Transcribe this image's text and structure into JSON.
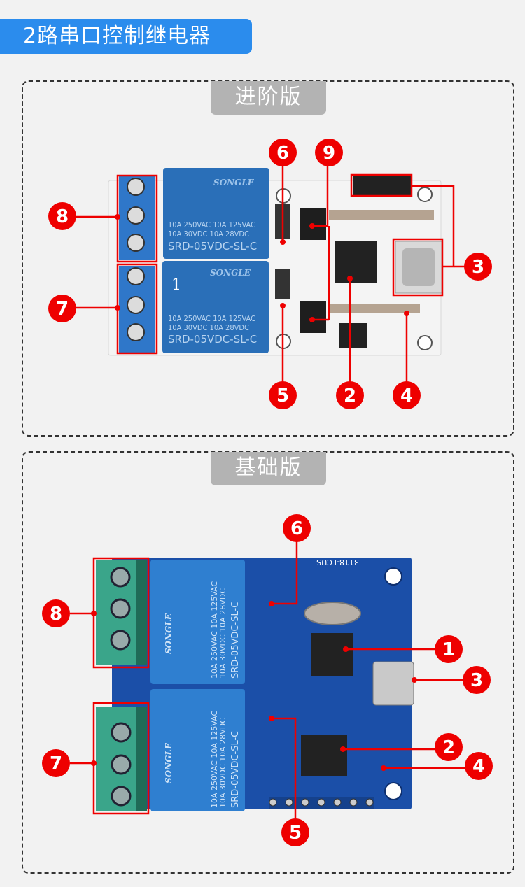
{
  "header": {
    "title": "2路串口控制继电器"
  },
  "colors": {
    "accent": "#2b8ced",
    "callout": "#ee0000",
    "tag_bg": "#b3b3b3",
    "pcb_advanced": "#f4f4f4",
    "pcb_basic": "#1b4fa8",
    "relay": "#2a6fb8",
    "terminal_advanced": "#2f77c9",
    "terminal_basic": "#3aa58a"
  },
  "sections": [
    {
      "tag": "进阶版",
      "relay_text": {
        "brand": "SONGLE",
        "line1": "10A 250VAC  10A 125VAC",
        "line2": "10A 30VDC  10A 28VDC",
        "model": "SRD-05VDC-SL-C"
      },
      "overlay_label": "1",
      "callouts": [
        "8",
        "7",
        "6",
        "9",
        "3",
        "5",
        "2",
        "4"
      ]
    },
    {
      "tag": "基础版",
      "relay_text": {
        "brand": "SONGLE",
        "line1": "10A 250VAC  10A 125VAC",
        "line2": "10A 30VDC  10A 28VDC",
        "model": "SRD-05VDC-SL-C"
      },
      "silkscreen": "3118-LCUS",
      "callouts": [
        "6",
        "8",
        "1",
        "3",
        "2",
        "7",
        "4",
        "5"
      ]
    }
  ]
}
